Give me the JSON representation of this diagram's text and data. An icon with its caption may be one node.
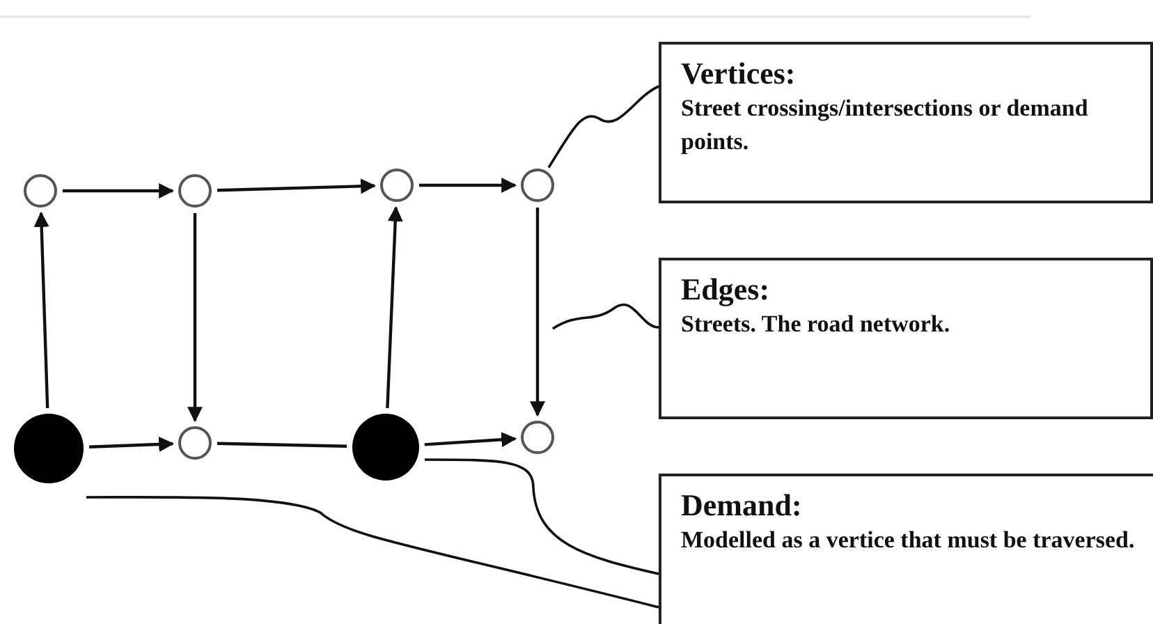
{
  "diagram": {
    "nodes": [
      {
        "text": [],
        "shape": "circle"
      },
      {
        "text": [],
        "shape": "circle"
      },
      {
        "text": [],
        "shape": "circle"
      },
      {
        "text": [],
        "shape": "circle"
      },
      {
        "text": [],
        "shape": "dot"
      },
      {
        "text": [],
        "shape": "circle"
      },
      {
        "text": [],
        "shape": "dot"
      },
      {
        "text": [],
        "shape": "circle"
      },
      {
        "text": [
          "Vertices:",
          "Street crossings/intersections or demand points."
        ]
      },
      {
        "text": [
          "Edges:",
          "Streets. The road network."
        ]
      },
      {
        "text": [
          "Demand:",
          "Modelled as a vertice that must be traversed."
        ]
      }
    ],
    "edges": [
      {
        "from": 0,
        "to": 1,
        "arrow": "to"
      },
      {
        "from": 1,
        "to": 2,
        "arrow": "to"
      },
      {
        "from": 2,
        "to": 3,
        "arrow": "to"
      },
      {
        "from": 4,
        "to": 0,
        "arrow": "to"
      },
      {
        "from": 1,
        "to": 5,
        "arrow": "to"
      },
      {
        "from": 6,
        "to": 2,
        "arrow": "to"
      },
      {
        "from": 3,
        "to": 7,
        "arrow": "to"
      },
      {
        "from": 4,
        "to": 5,
        "arrow": "to"
      },
      {
        "from": 5,
        "to": 6,
        "arrow": "none"
      },
      {
        "from": 6,
        "to": 7,
        "arrow": "to"
      },
      {
        "from": 8,
        "to": 3,
        "arrow": "none"
      },
      {
        "from": 9,
        "to": null,
        "arrow": "none"
      },
      {
        "from": 10,
        "to": 4,
        "arrow": "none"
      },
      {
        "from": 10,
        "to": 6,
        "arrow": "none"
      }
    ]
  }
}
